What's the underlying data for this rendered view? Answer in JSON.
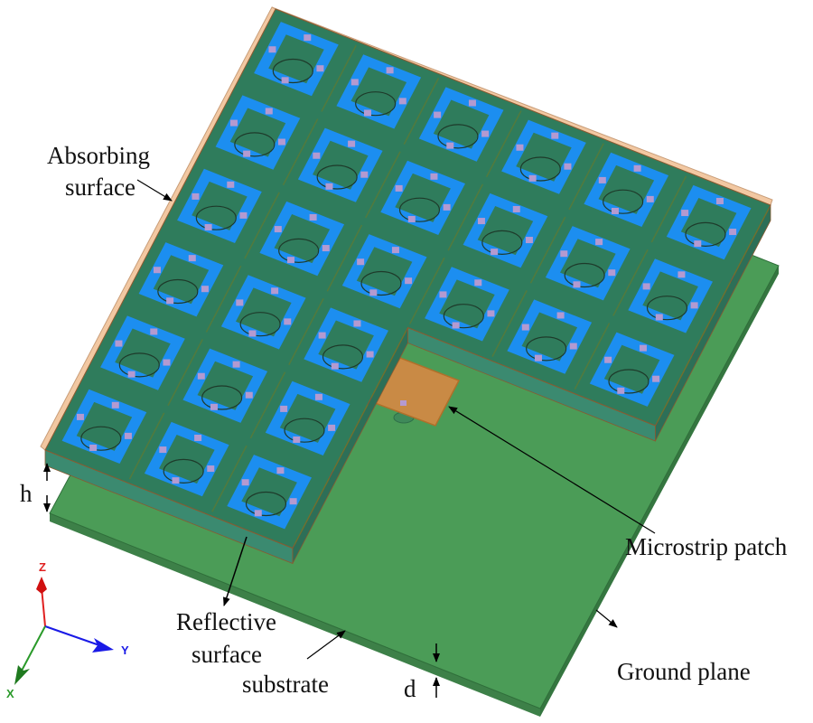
{
  "labels": {
    "absorbing_1": "Absorbing",
    "absorbing_2": "surface",
    "h": "h",
    "reflective_1": "Reflective",
    "reflective_2": "surface",
    "reflective_3": "substrate",
    "microstrip": "Microstrip patch",
    "ground": "Ground plane",
    "d": "d"
  },
  "axes": {
    "z": "Z",
    "y": "Y",
    "x": "X"
  },
  "colors": {
    "board_top": "#2f7c5c",
    "board_side": "#3b8a70",
    "peach": "#f2c8a2",
    "ground_top": "#4b9c57",
    "ground_side": "#3d8048",
    "ring": "#1c8ef0",
    "pad": "#b49ad0",
    "patch": "#c98a45"
  },
  "grid": {
    "rows": 6,
    "cols": 6,
    "notch_rows": 3,
    "notch_cols": 3
  }
}
